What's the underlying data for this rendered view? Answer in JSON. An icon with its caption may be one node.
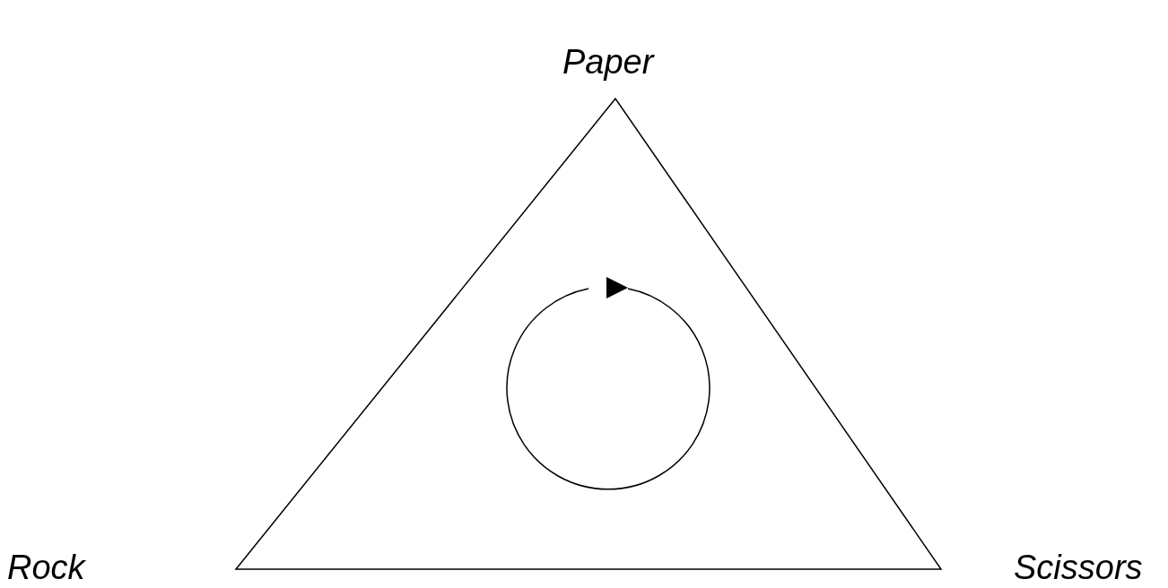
{
  "diagram": {
    "labels": [
      "Paper",
      "Rock",
      "Scissors"
    ]
  }
}
